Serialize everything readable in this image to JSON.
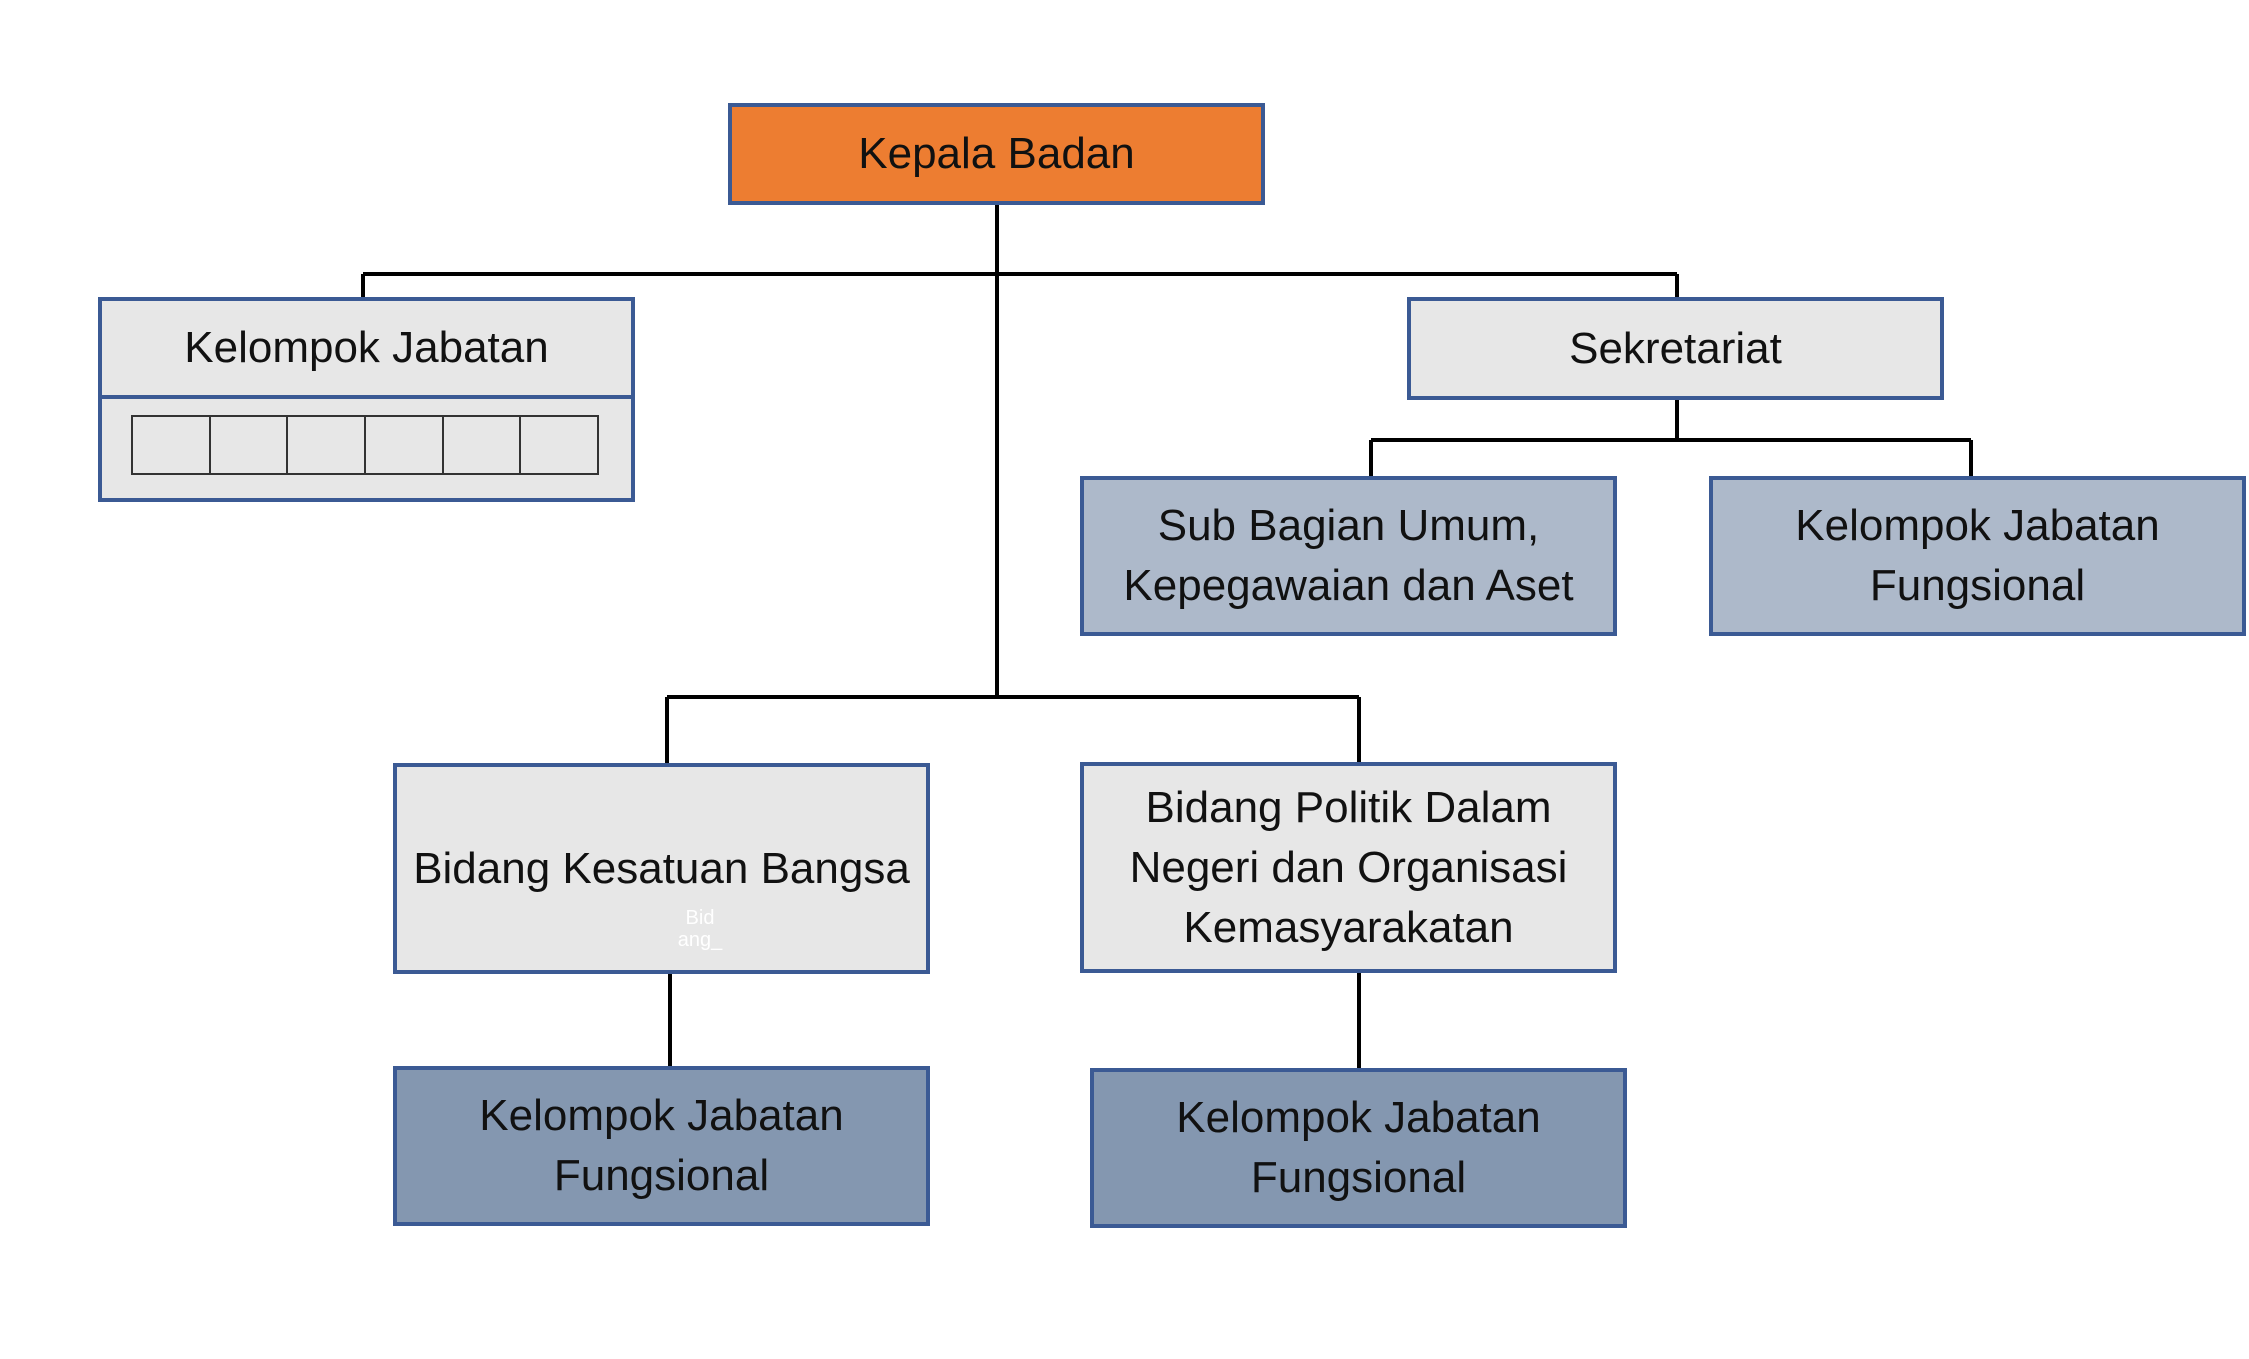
{
  "colors": {
    "head": "#ed7d31",
    "light": "#e7e7e7",
    "mid": "#adb9ca",
    "dark": "#8497b0",
    "border": "#3b5a94",
    "connector": "#000000"
  },
  "nodes": {
    "kepala_badan": {
      "lines": [
        "Kepala Badan"
      ]
    },
    "kelompok_jabatan_top": {
      "lines": [
        "Kelompok Jabatan"
      ]
    },
    "sekretariat": {
      "lines": [
        "Sekretariat"
      ]
    },
    "sub_bagian_umum": {
      "lines": [
        "Sub  Bagian Umum,",
        "Kepegawaian dan Aset"
      ]
    },
    "kjf_sekretariat": {
      "lines": [
        "Kelompok Jabatan",
        "Fungsional"
      ]
    },
    "bidang_kesatuan_bangsa": {
      "lines": [
        "Bidang Kesatuan Bangsa"
      ]
    },
    "bidang_politik": {
      "lines": [
        "Bidang Politik Dalam",
        "Negeri dan Organisasi",
        "Kemasyarakatan"
      ]
    },
    "kjf_kesatuan": {
      "lines": [
        "Kelompok Jabatan",
        "Fungsional"
      ]
    },
    "kjf_politik": {
      "lines": [
        "Kelompok Jabatan",
        "Fungsional"
      ]
    }
  },
  "watermark_text": [
    "Bid",
    "ang_"
  ],
  "empty_cell_count": 6
}
